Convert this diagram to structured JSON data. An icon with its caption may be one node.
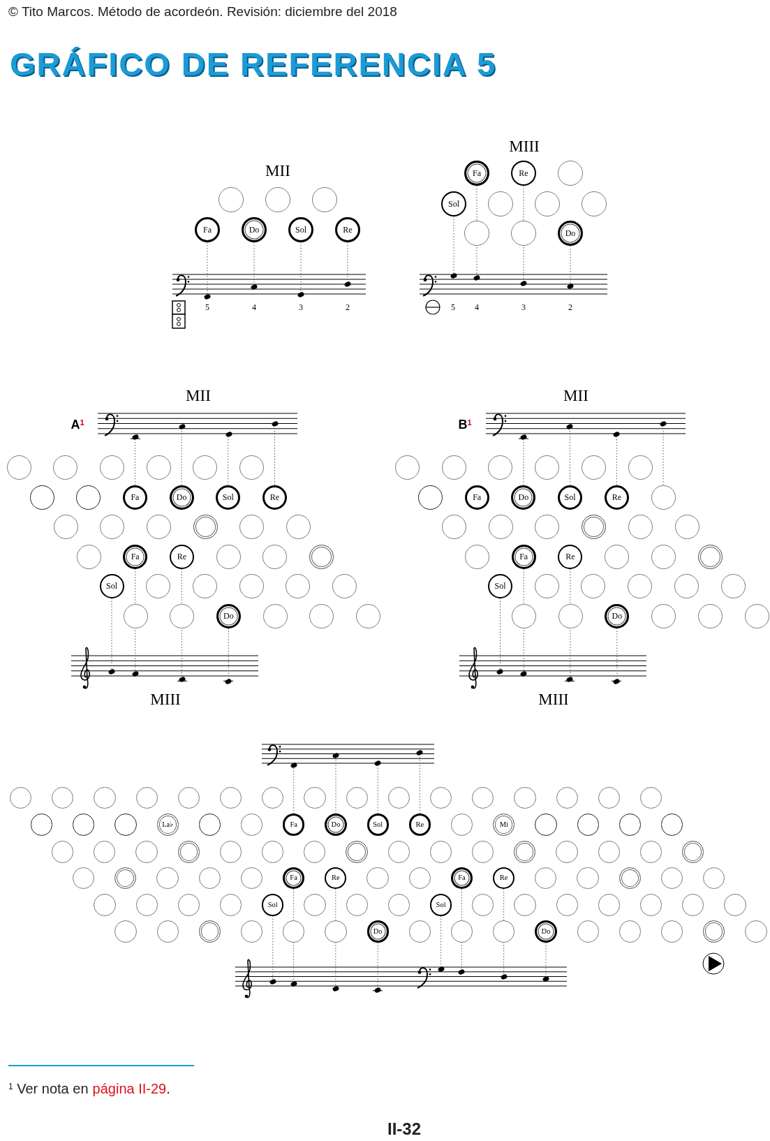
{
  "diagram": {
    "title": "GRÁFICO DE REFERENCIA 5",
    "nodes": [
      {
        "text": [],
        "shape": "circle"
      },
      {
        "text": [],
        "shape": "circle"
      },
      {
        "text": [],
        "shape": "circle"
      },
      {
        "text": [
          "Fa"
        ]
      },
      {
        "text": [
          "Do"
        ]
      },
      {
        "text": [
          "Sol"
        ]
      },
      {
        "text": [
          "Re"
        ]
      },
      {
        "text": [
          "Fa"
        ]
      },
      {
        "text": [
          "Re"
        ]
      },
      {
        "text": [],
        "shape": "circle"
      },
      {
        "text": [
          "Sol"
        ]
      },
      {
        "text": [],
        "shape": "circle"
      },
      {
        "text": [],
        "shape": "circle"
      },
      {
        "text": [],
        "shape": "circle"
      },
      {
        "text": [],
        "shape": "circle"
      },
      {
        "text": [],
        "shape": "circle"
      },
      {
        "text": [
          "Do"
        ]
      },
      {
        "text": [],
        "shape": "circle"
      },
      {
        "text": [],
        "shape": "circle"
      },
      {
        "text": [],
        "shape": "circle"
      },
      {
        "text": [],
        "shape": "circle"
      },
      {
        "text": [],
        "shape": "circle"
      },
      {
        "text": [],
        "shape": "circle"
      },
      {
        "text": [],
        "shape": "circle"
      },
      {
        "text": [],
        "shape": "circle"
      },
      {
        "text": [
          "Fa"
        ]
      },
      {
        "text": [
          "Do"
        ]
      },
      {
        "text": [
          "Sol"
        ]
      },
      {
        "text": [
          "Re"
        ]
      },
      {
        "text": [],
        "shape": "circle"
      },
      {
        "text": [],
        "shape": "circle"
      },
      {
        "text": [],
        "shape": "circle"
      },
      {
        "text": [],
        "shape": "circle"
      },
      {
        "text": [],
        "shape": "circle"
      },
      {
        "text": [],
        "shape": "circle"
      },
      {
        "text": [],
        "shape": "circle"
      },
      {
        "text": [
          "Fa"
        ]
      },
      {
        "text": [
          "Re"
        ]
      },
      {
        "text": [],
        "shape": "circle"
      },
      {
        "text": [],
        "shape": "circle"
      },
      {
        "text": [],
        "shape": "circle"
      },
      {
        "text": [
          "Sol"
        ]
      },
      {
        "text": [],
        "shape": "circle"
      },
      {
        "text": [],
        "shape": "circle"
      },
      {
        "text": [],
        "shape": "circle"
      },
      {
        "text": [],
        "shape": "circle"
      },
      {
        "text": [],
        "shape": "circle"
      },
      {
        "text": [],
        "shape": "circle"
      },
      {
        "text": [],
        "shape": "circle"
      },
      {
        "text": [
          "Do"
        ]
      },
      {
        "text": [],
        "shape": "circle"
      },
      {
        "text": [],
        "shape": "circle"
      },
      {
        "text": [],
        "shape": "circle"
      },
      {
        "text": [],
        "shape": "circle"
      },
      {
        "text": [],
        "shape": "circle"
      },
      {
        "text": [],
        "shape": "circle"
      },
      {
        "text": [],
        "shape": "circle"
      },
      {
        "text": [],
        "shape": "circle"
      },
      {
        "text": [],
        "shape": "circle"
      },
      {
        "text": [],
        "shape": "circle"
      },
      {
        "text": [
          "Fa"
        ]
      },
      {
        "text": [
          "Do"
        ]
      },
      {
        "text": [
          "Sol"
        ]
      },
      {
        "text": [
          "Re"
        ]
      },
      {
        "text": [],
        "shape": "circle"
      },
      {
        "text": [],
        "shape": "circle"
      },
      {
        "text": [],
        "shape": "circle"
      },
      {
        "text": [],
        "shape": "circle"
      },
      {
        "text": [],
        "shape": "circle"
      },
      {
        "text": [],
        "shape": "circle"
      },
      {
        "text": [],
        "shape": "circle"
      },
      {
        "text": [],
        "shape": "circle"
      },
      {
        "text": [
          "Fa"
        ]
      },
      {
        "text": [
          "Re"
        ]
      },
      {
        "text": [],
        "shape": "circle"
      },
      {
        "text": [],
        "shape": "circle"
      },
      {
        "text": [],
        "shape": "circle"
      },
      {
        "text": [
          "Sol"
        ]
      },
      {
        "text": [],
        "shape": "circle"
      },
      {
        "text": [],
        "shape": "circle"
      },
      {
        "text": [],
        "shape": "circle"
      },
      {
        "text": [],
        "shape": "circle"
      },
      {
        "text": [],
        "shape": "circle"
      },
      {
        "text": [],
        "shape": "circle"
      },
      {
        "text": [],
        "shape": "circle"
      },
      {
        "text": [
          "Do"
        ]
      },
      {
        "text": [],
        "shape": "circle"
      },
      {
        "text": [],
        "shape": "circle"
      },
      {
        "text": [],
        "shape": "circle"
      },
      {
        "text": [],
        "shape": "circle"
      },
      {
        "text": [],
        "shape": "circle"
      },
      {
        "text": [],
        "shape": "circle"
      },
      {
        "text": [],
        "shape": "circle"
      },
      {
        "text": [],
        "shape": "circle"
      },
      {
        "text": [],
        "shape": "circle"
      },
      {
        "text": [],
        "shape": "circle"
      },
      {
        "text": [],
        "shape": "circle"
      },
      {
        "text": [],
        "shape": "circle"
      },
      {
        "text": [],
        "shape": "circle"
      },
      {
        "text": [],
        "shape": "circle"
      },
      {
        "text": [],
        "shape": "circle"
      },
      {
        "text": [],
        "shape": "circle"
      },
      {
        "text": [],
        "shape": "circle"
      },
      {
        "text": [],
        "shape": "circle"
      },
      {
        "text": [],
        "shape": "circle"
      },
      {
        "text": [],
        "shape": "circle"
      },
      {
        "text": [],
        "shape": "circle"
      },
      {
        "text": [],
        "shape": "circle"
      },
      {
        "text": [
          "La♭"
        ]
      },
      {
        "text": [],
        "shape": "circle"
      },
      {
        "text": [],
        "shape": "circle"
      },
      {
        "text": [
          "Fa"
        ]
      },
      {
        "text": [
          "Do"
        ]
      },
      {
        "text": [
          "Sol"
        ]
      },
      {
        "text": [
          "Re"
        ]
      },
      {
        "text": [],
        "shape": "circle"
      },
      {
        "text": [
          "Mi"
        ]
      },
      {
        "text": [],
        "shape": "circle"
      },
      {
        "text": [],
        "shape": "circle"
      },
      {
        "text": [],
        "shape": "circle"
      },
      {
        "text": [],
        "shape": "circle"
      },
      {
        "text": [],
        "shape": "circle"
      },
      {
        "text": [],
        "shape": "circle"
      },
      {
        "text": [],
        "shape": "circle"
      },
      {
        "text": [],
        "shape": "circle"
      },
      {
        "text": [],
        "shape": "circle"
      },
      {
        "text": [],
        "shape": "circle"
      },
      {
        "text": [],
        "shape": "circle"
      },
      {
        "text": [],
        "shape": "circle"
      },
      {
        "text": [],
        "shape": "circle"
      },
      {
        "text": [],
        "shape": "circle"
      },
      {
        "text": [],
        "shape": "circle"
      },
      {
        "text": [],
        "shape": "circle"
      },
      {
        "text": [],
        "shape": "circle"
      },
      {
        "text": [],
        "shape": "circle"
      },
      {
        "text": [],
        "shape": "circle"
      },
      {
        "text": [],
        "shape": "circle"
      },
      {
        "text": [],
        "shape": "circle"
      },
      {
        "text": [],
        "shape": "circle"
      },
      {
        "text": [],
        "shape": "circle"
      },
      {
        "text": [],
        "shape": "circle"
      },
      {
        "text": [],
        "shape": "circle"
      },
      {
        "text": [
          "Fa"
        ]
      },
      {
        "text": [
          "Re"
        ]
      },
      {
        "text": [],
        "shape": "circle"
      },
      {
        "text": [],
        "shape": "circle"
      },
      {
        "text": [
          "Fa"
        ]
      },
      {
        "text": [
          "Re"
        ]
      },
      {
        "text": [],
        "shape": "circle"
      },
      {
        "text": [],
        "shape": "circle"
      },
      {
        "text": [],
        "shape": "circle"
      },
      {
        "text": [],
        "shape": "circle"
      },
      {
        "text": [],
        "shape": "circle"
      },
      {
        "text": [],
        "shape": "circle"
      },
      {
        "text": [],
        "shape": "circle"
      },
      {
        "text": [],
        "shape": "circle"
      },
      {
        "text": [],
        "shape": "circle"
      },
      {
        "text": [
          "Sol"
        ]
      },
      {
        "text": [],
        "shape": "circle"
      },
      {
        "text": [],
        "shape": "circle"
      },
      {
        "text": [],
        "shape": "circle"
      },
      {
        "text": [
          "Sol"
        ]
      },
      {
        "text": [],
        "shape": "circle"
      },
      {
        "text": [],
        "shape": "circle"
      },
      {
        "text": [],
        "shape": "circle"
      },
      {
        "text": [],
        "shape": "circle"
      },
      {
        "text": [],
        "shape": "circle"
      },
      {
        "text": [],
        "shape": "circle"
      },
      {
        "text": [],
        "shape": "circle"
      },
      {
        "text": [],
        "shape": "circle"
      },
      {
        "text": [],
        "shape": "circle"
      },
      {
        "text": [],
        "shape": "circle"
      },
      {
        "text": [],
        "shape": "circle"
      },
      {
        "text": [],
        "shape": "circle"
      },
      {
        "text": [],
        "shape": "circle"
      },
      {
        "text": [
          "Do"
        ]
      },
      {
        "text": [],
        "shape": "circle"
      },
      {
        "text": [],
        "shape": "circle"
      },
      {
        "text": [],
        "shape": "circle"
      },
      {
        "text": [
          "Do"
        ]
      },
      {
        "text": [],
        "shape": "circle"
      },
      {
        "text": [],
        "shape": "circle"
      },
      {
        "text": [],
        "shape": "circle"
      },
      {
        "text": [],
        "shape": "circle"
      },
      {
        "text": [],
        "shape": "circle"
      },
      {
        "text": [],
        "shape": "ellipse"
      },
      {
        "text": [],
        "shape": "ellipse"
      },
      {
        "text": [],
        "shape": "ellipse"
      },
      {
        "text": [],
        "shape": "ellipse"
      },
      {
        "text": [],
        "shape": "ellipse"
      },
      {
        "text": [],
        "shape": "ellipse"
      },
      {
        "text": [],
        "shape": "ellipse"
      },
      {
        "text": [],
        "shape": "ellipse"
      },
      {
        "text": [],
        "shape": "ellipse"
      },
      {
        "text": [],
        "shape": "ellipse"
      },
      {
        "text": [],
        "shape": "ellipse"
      },
      {
        "text": [],
        "shape": "ellipse"
      },
      {
        "text": [],
        "shape": "ellipse"
      },
      {
        "text": [],
        "shape": "ellipse"
      },
      {
        "text": [],
        "shape": "ellipse"
      },
      {
        "text": [],
        "shape": "ellipse"
      },
      {
        "text": [],
        "shape": "ellipse"
      },
      {
        "text": [],
        "shape": "ellipse"
      },
      {
        "text": [],
        "shape": "ellipse"
      },
      {
        "text": [],
        "shape": "ellipse"
      },
      {
        "text": [],
        "shape": "ellipse"
      },
      {
        "text": [],
        "shape": "ellipse"
      },
      {
        "text": [],
        "shape": "ellipse"
      },
      {
        "text": [],
        "shape": "ellipse"
      },
      {
        "text": [],
        "shape": "ellipse"
      },
      {
        "text": [],
        "shape": "ellipse"
      },
      {
        "text": [],
        "shape": "ellipse"
      },
      {
        "text": [],
        "shape": "ellipse"
      },
      {
        "text": [],
        "shape": "ellipse"
      },
      {
        "text": [],
        "shape": "ellipse"
      },
      {
        "text": [],
        "shape": "ellipse"
      },
      {
        "text": [],
        "shape": "ellipse"
      },
      {
        "text": [],
        "shape": "ellipse"
      },
      {
        "text": [],
        "shape": "ellipse"
      },
      {
        "text": [],
        "shape": "ellipse"
      },
      {
        "text": [],
        "shape": "ellipse"
      }
    ],
    "edges": [
      {
        "from": 3,
        "to": 185,
        "arrow": "none",
        "style": "dashed"
      },
      {
        "from": 4,
        "to": 186,
        "arrow": "none",
        "style": "dashed"
      },
      {
        "from": 5,
        "to": 187,
        "arrow": "none",
        "style": "dashed"
      },
      {
        "from": 6,
        "to": 188,
        "arrow": "none",
        "style": "dashed"
      },
      {
        "from": 10,
        "to": 189,
        "arrow": "none",
        "style": "dashed"
      },
      {
        "from": 7,
        "to": 190,
        "arrow": "none",
        "style": "dashed"
      },
      {
        "from": 8,
        "to": 191,
        "arrow": "none",
        "style": "dashed"
      },
      {
        "from": 16,
        "to": 192,
        "arrow": "none",
        "style": "dashed"
      },
      {
        "from": 25,
        "to": 193,
        "arrow": "none",
        "style": "dashed"
      },
      {
        "from": 26,
        "to": 194,
        "arrow": "none",
        "style": "dashed"
      },
      {
        "from": 27,
        "to": 195,
        "arrow": "none",
        "style": "dashed"
      },
      {
        "from": 28,
        "to": 196,
        "arrow": "none",
        "style": "dashed"
      },
      {
        "from": 41,
        "to": 197,
        "arrow": "none",
        "style": "dashed"
      },
      {
        "from": 36,
        "to": 198,
        "arrow": "none",
        "style": "dashed"
      },
      {
        "from": 37,
        "to": 199,
        "arrow": "none",
        "style": "dashed"
      },
      {
        "from": 49,
        "to": 200,
        "arrow": "none",
        "style": "dashed"
      },
      {
        "from": 61,
        "to": 201,
        "arrow": "none",
        "style": "dashed"
      },
      {
        "from": 62,
        "to": 202,
        "arrow": "none",
        "style": "dashed"
      },
      {
        "from": 63,
        "to": 203,
        "arrow": "none",
        "style": "dashed"
      },
      {
        "from": 64,
        "to": 204,
        "arrow": "none",
        "style": "dashed"
      },
      {
        "from": 77,
        "to": 205,
        "arrow": "none",
        "style": "dashed"
      },
      {
        "from": 72,
        "to": 206,
        "arrow": "none",
        "style": "dashed"
      },
      {
        "from": 73,
        "to": 207,
        "arrow": "none",
        "style": "dashed"
      },
      {
        "from": 85,
        "to": 208,
        "arrow": "none",
        "style": "dashed"
      },
      {
        "from": 111,
        "to": 209,
        "arrow": "none",
        "style": "dashed"
      },
      {
        "from": 112,
        "to": 210,
        "arrow": "none",
        "style": "dashed"
      },
      {
        "from": 113,
        "to": 211,
        "arrow": "none",
        "style": "dashed"
      },
      {
        "from": 114,
        "to": 212,
        "arrow": "none",
        "style": "dashed"
      },
      {
        "from": 157,
        "to": 213,
        "arrow": "none",
        "style": "dashed"
      },
      {
        "from": 142,
        "to": 214,
        "arrow": "none",
        "style": "dashed"
      },
      {
        "from": 143,
        "to": 215,
        "arrow": "none",
        "style": "dashed"
      },
      {
        "from": 175,
        "to": 216,
        "arrow": "none",
        "style": "dashed"
      },
      {
        "from": 161,
        "to": 217,
        "arrow": "none",
        "style": "dashed"
      },
      {
        "from": 146,
        "to": 218,
        "arrow": "none",
        "style": "dashed"
      },
      {
        "from": 147,
        "to": 219,
        "arrow": "none",
        "style": "dashed"
      },
      {
        "from": 179,
        "to": 220,
        "arrow": "none",
        "style": "dashed"
      }
    ],
    "labels": [
      "© Tito Marcos. Método de acordeón. Revisión: diciembre del 2018",
      "MII",
      "MIII",
      "5",
      "4",
      "3",
      "2",
      "5",
      "4",
      "3",
      "2",
      "A$^{1}$",
      "MII",
      "B$^{1}$",
      "MII",
      "MIII",
      "MIII",
      "$^{1}$ Ver nota en",
      "página II-29",
      ".",
      "II-32"
    ]
  }
}
